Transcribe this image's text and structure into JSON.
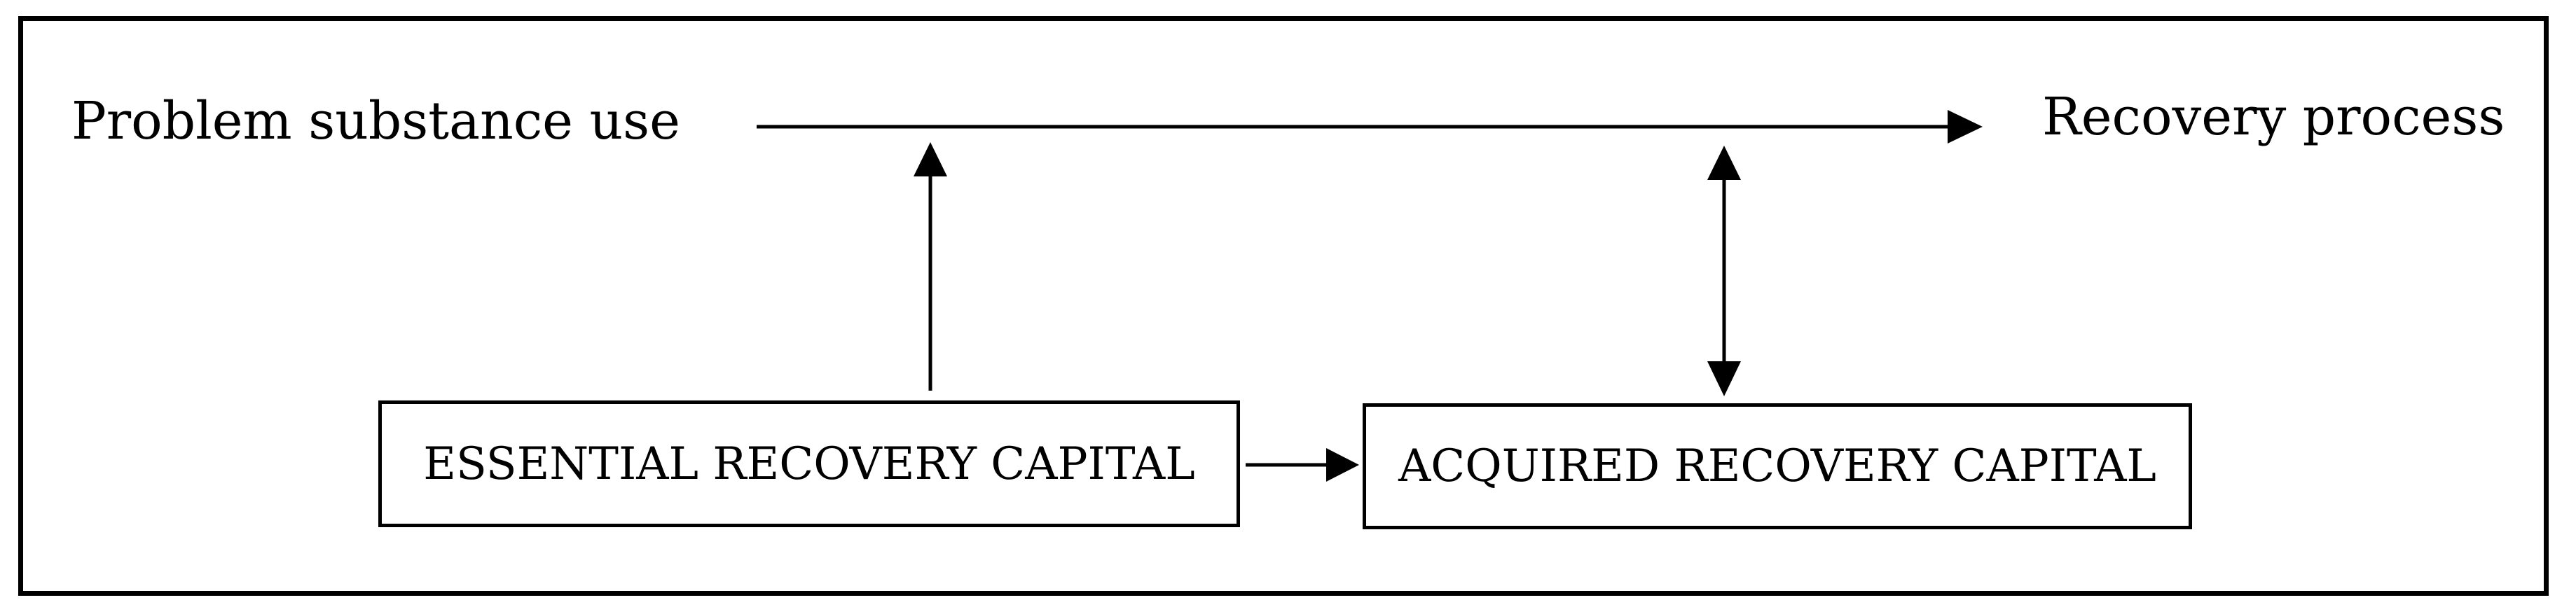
{
  "diagram": {
    "left_label": "Problem substance use",
    "right_label": "Recovery process",
    "nodes": {
      "essential": "ESSENTIAL RECOVERY CAPITAL",
      "acquired": "ACQUIRED RECOVERY CAPITAL"
    },
    "colors": {
      "line": "#000000",
      "background": "#ffffff"
    }
  }
}
